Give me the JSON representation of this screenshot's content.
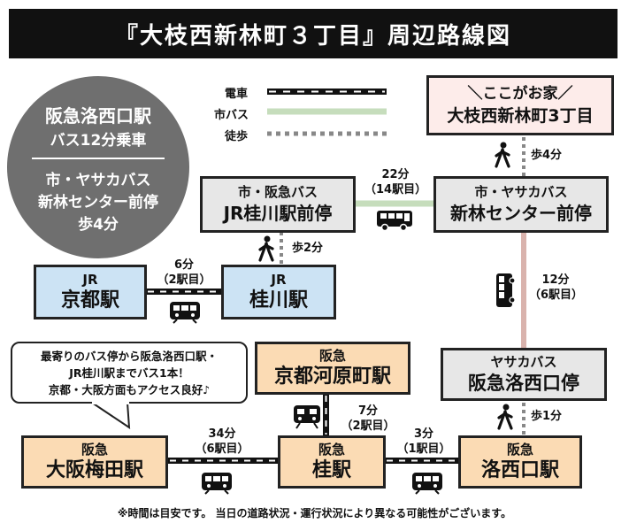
{
  "title": "『大枝西新林町３丁目』周辺路線図",
  "legend": {
    "train": "電車",
    "bus": "市バス",
    "walk": "徒歩"
  },
  "colors": {
    "bus_line": "#c6ddbc",
    "walk_dot": "#888888",
    "bus_vertical": "#d9b3ad"
  },
  "summary": {
    "line1": "阪急洛西口駅",
    "line2": "バス12分乗車",
    "line3": "市・ヤサカバス",
    "line4": "新林センター前停",
    "line5": "歩4分"
  },
  "home": {
    "line1": "＼ここがお家／",
    "line2": "大枝西新林町3丁目"
  },
  "shinrin_stop": {
    "line1": "市・ヤサカバス",
    "line2": "新林センター前停"
  },
  "jr_katsura_stop": {
    "line1": "市・阪急バス",
    "line2": "JR桂川駅前停"
  },
  "jr_kyoto": {
    "line1": "JR",
    "line2": "京都駅"
  },
  "jr_katsuragawa": {
    "line1": "JR",
    "line2": "桂川駅"
  },
  "kawaramachi": {
    "line1": "阪急",
    "line2": "京都河原町駅"
  },
  "rakusai_stop": {
    "line1": "ヤサカバス",
    "line2": "阪急洛西口停"
  },
  "umeda": {
    "line1": "阪急",
    "line2": "大阪梅田駅"
  },
  "katsura": {
    "line1": "阪急",
    "line2": "桂駅"
  },
  "rakusaiguchi": {
    "line1": "阪急",
    "line2": "洛西口駅"
  },
  "walk_home": "歩4分",
  "walk_jr": "歩2分",
  "walk_rakusai": "歩1分",
  "bus_jr_shinrin": {
    "line1": "22分",
    "line2": "（14駅目）"
  },
  "bus_shinrin_rakusai": {
    "line1": "12分",
    "line2": "（6駅目）"
  },
  "train_kyoto_katsuragawa": {
    "line1": "6分",
    "line2": "（2駅目）"
  },
  "train_kawaramachi_katsura": {
    "line1": "7分",
    "line2": "（2駅目）"
  },
  "train_umeda_katsura": {
    "line1": "34分",
    "line2": "（6駅目）"
  },
  "train_katsura_rakusai": {
    "line1": "3分",
    "line2": "（1駅目）"
  },
  "bubble": {
    "line1": "最寄りのバス停から阪急洛西口駅・",
    "line2": "JR桂川駅までバス1本！",
    "line3": "京都・大阪方面もアクセス良好♪"
  },
  "footer": "※時間は目安です。 当日の道路状況・運行状況により異なる可能性がございます。",
  "icons": [
    "walking-person-icon",
    "bus-icon",
    "train-icon"
  ]
}
